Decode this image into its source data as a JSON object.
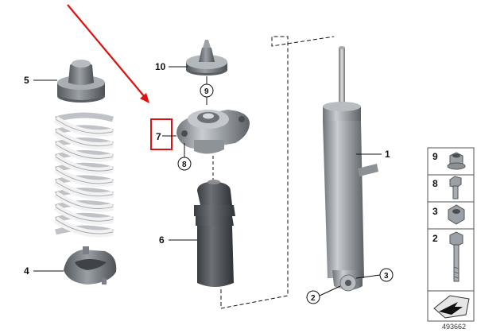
{
  "diagram": {
    "callouts": {
      "strut": "1",
      "bolt_lower": "2",
      "nut_lower": "3",
      "spring_pad_lower": "4",
      "spring_pad_upper": "5",
      "protection_tube": "6",
      "strut_mount": "7",
      "bolt_mount": "8",
      "nut_mount": "9",
      "cap": "10"
    },
    "highlight_color": "#e01010",
    "side_panel": {
      "items": [
        {
          "label": "9",
          "icon": "collar-nut-icon"
        },
        {
          "label": "8",
          "icon": "screw-icon"
        },
        {
          "label": "3",
          "icon": "hex-nut-icon"
        },
        {
          "label": "2",
          "icon": "hex-bolt-icon"
        }
      ],
      "footer_icon": "arrow-pointer-icon"
    },
    "doc_number": "493662"
  }
}
